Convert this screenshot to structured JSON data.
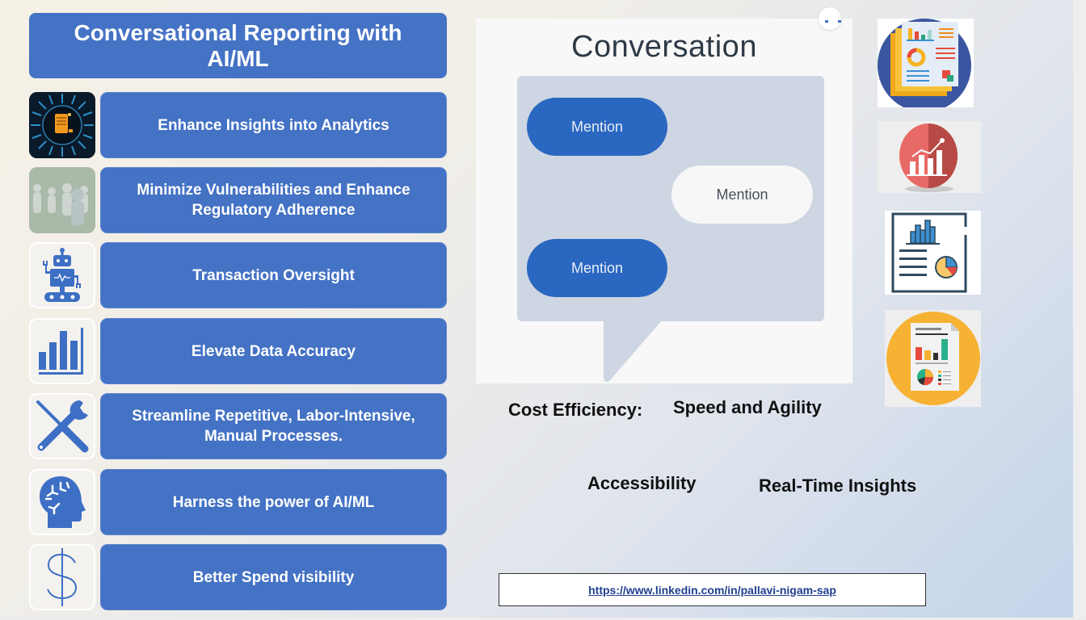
{
  "title": "Conversational Reporting with AI/ML",
  "features": [
    {
      "label": "Enhance Insights into Analytics",
      "icon": "ai-chip-document-icon"
    },
    {
      "label": "Minimize Vulnerabilities and Enhance Regulatory Adherence",
      "icon": "people-group-icon"
    },
    {
      "label": "Transaction Oversight",
      "icon": "robot-icon"
    },
    {
      "label": "Elevate Data Accuracy",
      "icon": "bar-chart-icon"
    },
    {
      "label": "Streamline Repetitive, Labor-Intensive, Manual Processes.",
      "icon": "tools-icon"
    },
    {
      "label": "Harness the power of AI/ML",
      "icon": "brain-head-icon"
    },
    {
      "label": "Better Spend visibility",
      "icon": "dollar-icon"
    }
  ],
  "conversation": {
    "title": "Conversation",
    "bubbles": [
      {
        "text": "Mention",
        "side": "left",
        "style": "blue"
      },
      {
        "text": "Mention",
        "side": "right",
        "style": "white"
      },
      {
        "text": "Mention",
        "side": "left",
        "style": "blue"
      }
    ]
  },
  "benefits": {
    "cost_efficiency": "Cost Efficiency:",
    "speed_agility": "Speed and Agility",
    "accessibility": "Accessibility",
    "real_time": "Real-Time Insights"
  },
  "side_images": [
    {
      "icon": "report-documents-icon"
    },
    {
      "icon": "growth-chart-badge-icon"
    },
    {
      "icon": "report-document-chart-icon"
    },
    {
      "icon": "analytics-report-circle-icon"
    }
  ],
  "link": {
    "url": "https://www.linkedin.com/in/pallavi-nigam-sap"
  },
  "colors": {
    "primary_blue": "#4472c4",
    "bubble_blue": "#2a67c1",
    "panel_gray": "#cdd6e2"
  }
}
